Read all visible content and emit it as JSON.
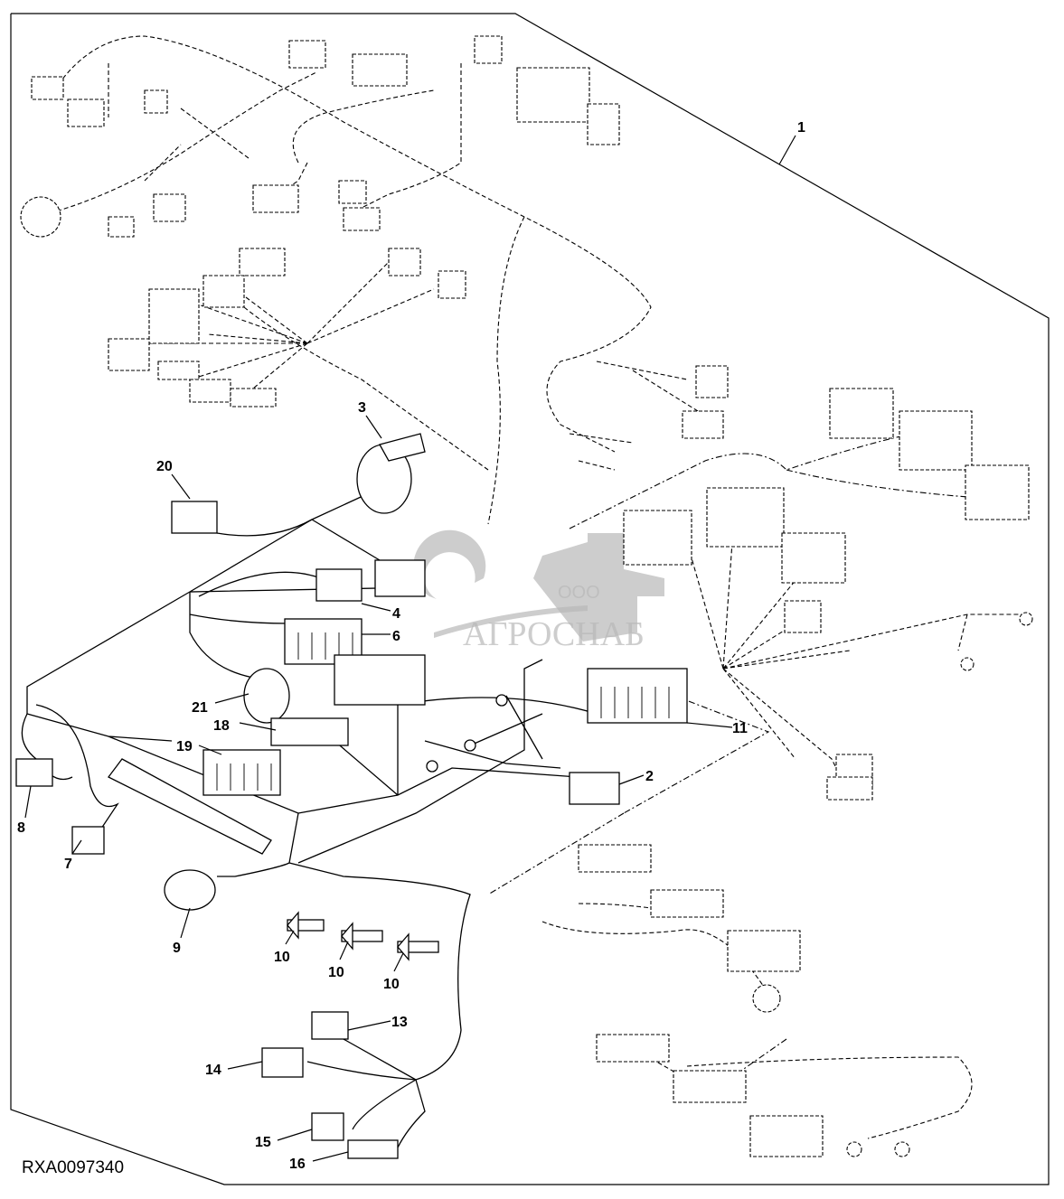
{
  "diagram": {
    "figure_id": "RXA0097340",
    "watermark": {
      "company_prefix": "ООО",
      "company_name": "АГРОСНАБ"
    },
    "callouts": [
      {
        "id": "1",
        "label": "1"
      },
      {
        "id": "2",
        "label": "2"
      },
      {
        "id": "3",
        "label": "3"
      },
      {
        "id": "4",
        "label": "4"
      },
      {
        "id": "6",
        "label": "6"
      },
      {
        "id": "7",
        "label": "7"
      },
      {
        "id": "8",
        "label": "8"
      },
      {
        "id": "9",
        "label": "9"
      },
      {
        "id": "10a",
        "label": "10"
      },
      {
        "id": "10b",
        "label": "10"
      },
      {
        "id": "10c",
        "label": "10"
      },
      {
        "id": "11",
        "label": "11"
      },
      {
        "id": "13",
        "label": "13"
      },
      {
        "id": "14",
        "label": "14"
      },
      {
        "id": "15",
        "label": "15"
      },
      {
        "id": "16",
        "label": "16"
      },
      {
        "id": "18",
        "label": "18"
      },
      {
        "id": "19",
        "label": "19"
      },
      {
        "id": "20",
        "label": "20"
      },
      {
        "id": "21",
        "label": "21"
      }
    ]
  }
}
